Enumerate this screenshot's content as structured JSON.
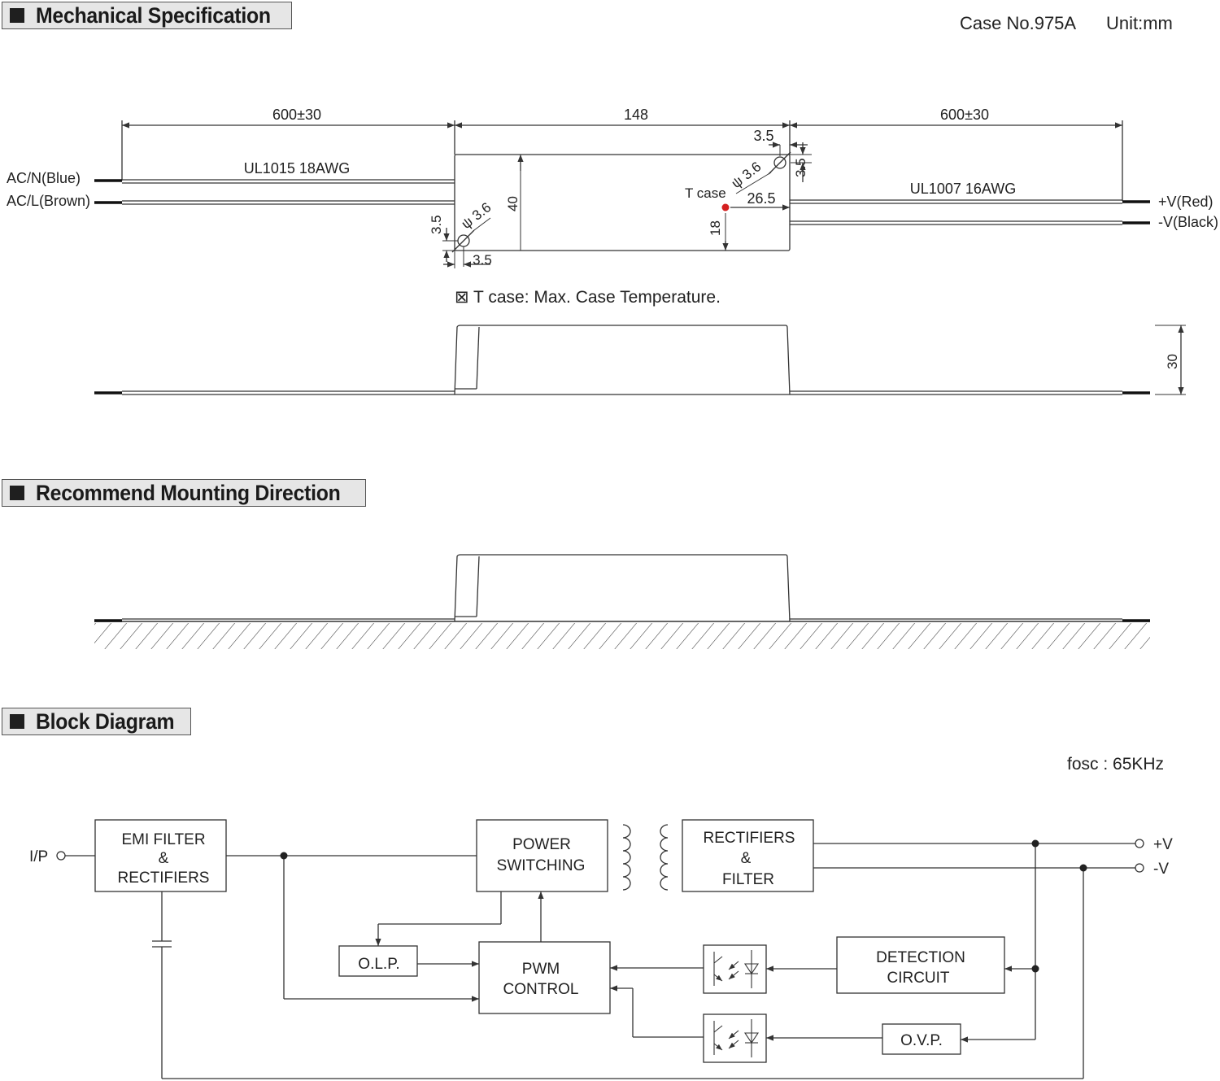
{
  "sections": {
    "mechanical": "Mechanical Specification",
    "mounting": "Recommend Mounting Direction",
    "block": "Block Diagram"
  },
  "case_no": "Case No.975A",
  "unit": "Unit:mm",
  "mech": {
    "dim_left": "600±30",
    "dim_mid": "148",
    "dim_right": "600±30",
    "wire_left": "UL1015 18AWG",
    "wire_right": "UL1007 16AWG",
    "ac_n": "AC/N(Blue)",
    "ac_l": "AC/L(Brown)",
    "v_plus": "+V(Red)",
    "v_minus": "-V(Black)",
    "d_3_5_top": "3.5",
    "d_3_5_right": "3.5",
    "d_3_5_left": "3.5",
    "d_3_5_bottom": "3.5",
    "hole_right": "ψ 3.6",
    "hole_left": "ψ 3.6",
    "height_40": "40",
    "tcase_label": "T case",
    "d_26_5": "26.5",
    "d_18": "18",
    "note": "⊠  T case: Max. Case Temperature.",
    "height_30": "30"
  },
  "block": {
    "fosc": "fosc :  65KHz",
    "ip": "I/P",
    "emi_l1": "EMI FILTER",
    "emi_l2": "&",
    "emi_l3": "RECTIFIERS",
    "pow_l1": "POWER",
    "pow_l2": "SWITCHING",
    "rect_l1": "RECTIFIERS",
    "rect_l2": "&",
    "rect_l3": "FILTER",
    "olp": "O.L.P.",
    "pwm_l1": "PWM",
    "pwm_l2": "CONTROL",
    "det_l1": "DETECTION",
    "det_l2": "CIRCUIT",
    "ovp": "O.V.P.",
    "out_plus": "+V",
    "out_minus": "-V"
  },
  "colors": {
    "tcase_dot": "#d42020",
    "line": "#333333",
    "header_bg": "#e6e6e6"
  }
}
